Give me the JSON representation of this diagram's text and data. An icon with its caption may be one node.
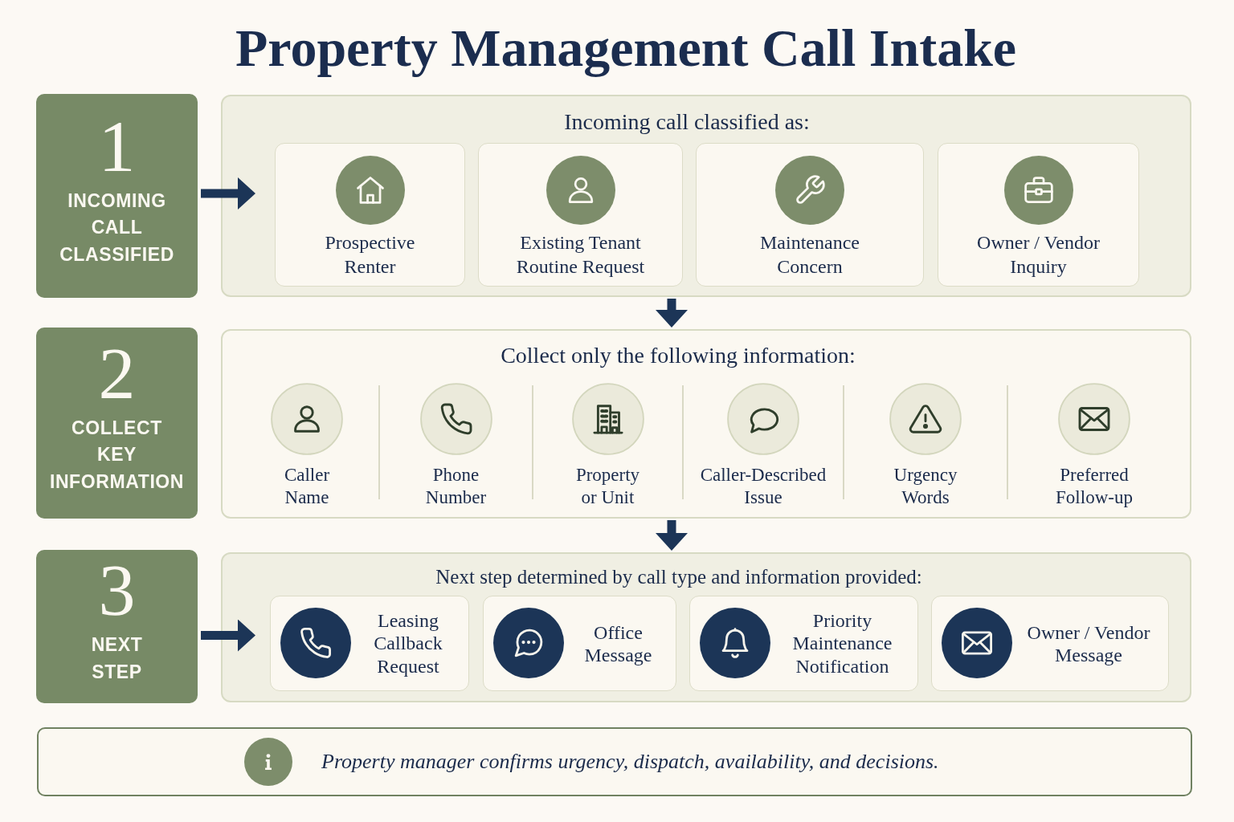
{
  "diagram": {
    "title": "Property Management Call Intake",
    "nodes": [
      {
        "text": [
          "1",
          "INCOMING CALL CLASSIFIED"
        ]
      },
      {
        "text": [
          "Incoming call classified as:"
        ]
      },
      {
        "text": [
          "Prospective Renter"
        ],
        "in": 1
      },
      {
        "text": [
          "Existing Tenant Routine Request"
        ],
        "in": 1
      },
      {
        "text": [
          "Maintenance Concern"
        ],
        "in": 1
      },
      {
        "text": [
          "Owner / Vendor Inquiry"
        ],
        "in": 1
      },
      {
        "text": [
          "2",
          "COLLECT KEY INFORMATION"
        ]
      },
      {
        "text": [
          "Collect only the following information:"
        ]
      },
      {
        "text": [
          "Caller Name"
        ],
        "in": 7
      },
      {
        "text": [
          "Phone Number"
        ],
        "in": 7
      },
      {
        "text": [
          "Property or Unit"
        ],
        "in": 7
      },
      {
        "text": [
          "Caller-Described Issue"
        ],
        "in": 7
      },
      {
        "text": [
          "Urgency Words"
        ],
        "in": 7
      },
      {
        "text": [
          "Preferred Follow-up"
        ],
        "in": 7
      },
      {
        "text": [
          "3",
          "NEXT STEP"
        ]
      },
      {
        "text": [
          "Next step determined by call type and information provided:"
        ]
      },
      {
        "text": [
          "Leasing Callback Request"
        ],
        "in": 15
      },
      {
        "text": [
          "Office Message"
        ],
        "in": 15
      },
      {
        "text": [
          "Priority Maintenance Notification"
        ],
        "in": 15
      },
      {
        "text": [
          "Owner / Vendor Message"
        ],
        "in": 15
      },
      {
        "text": [
          "Property manager confirms urgency, dispatch, availability, and decisions."
        ]
      }
    ],
    "edges": [
      {
        "from": 0,
        "to": 1,
        "arrow": "to"
      },
      {
        "from": 1,
        "to": 7,
        "arrow": "to"
      },
      {
        "from": 7,
        "to": 15,
        "arrow": "to"
      },
      {
        "from": 14,
        "to": 15,
        "arrow": "to"
      }
    ]
  }
}
